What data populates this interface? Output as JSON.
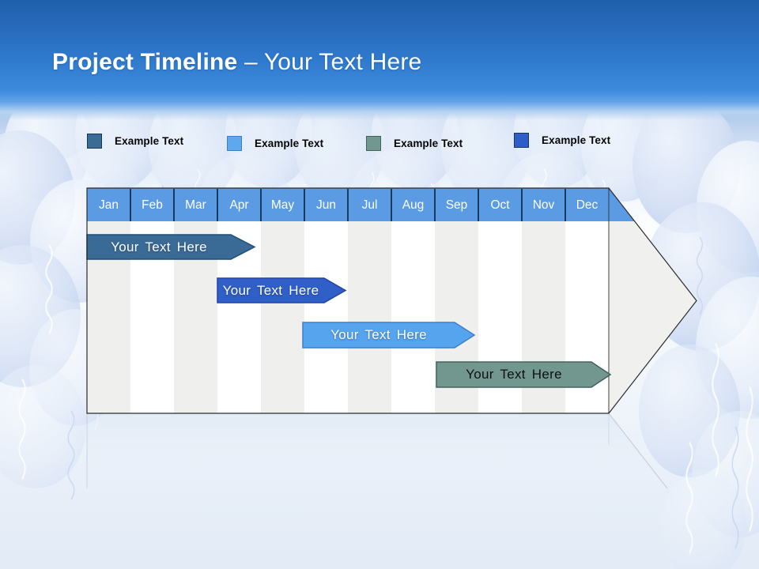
{
  "title": {
    "emphasis": "Project Timeline",
    "suffix": "– Your Text Here"
  },
  "legend": {
    "items": [
      {
        "label": "Example Text",
        "swatch_color": "#3A6C96",
        "swatch_border": "#17375E"
      },
      {
        "label": "Example Text",
        "swatch_color": "#5FA8EE",
        "swatch_border": "#3C7FC8"
      },
      {
        "label": "Example Text",
        "swatch_color": "#71978F",
        "swatch_border": "#44625C"
      },
      {
        "label": "Example Text",
        "swatch_color": "#2E5EC8",
        "swatch_border": "#17375E"
      }
    ]
  },
  "timeline": {
    "months": [
      "Jan",
      "Feb",
      "Mar",
      "Apr",
      "May",
      "Jun",
      "Jul",
      "Aug",
      "Sep",
      "Oct",
      "Nov",
      "Dec"
    ],
    "header_fill": "#5A9BE3",
    "header_separator": "#1B3A60",
    "bars": [
      {
        "label": "Your Text Here",
        "fill": "#3A6B96",
        "stroke": "#1F4E79",
        "text_color": "#FFFFFF"
      },
      {
        "label": "Your Text Here",
        "fill": "#2F5FC7",
        "stroke": "#2443A8",
        "text_color": "#FFFFFF"
      },
      {
        "label": "Your Text Here",
        "fill": "#57A4EE",
        "stroke": "#3C7FC8",
        "text_color": "#FFFFFF"
      },
      {
        "label": "Your Text Here",
        "fill": "#71978F",
        "stroke": "#44625C",
        "text_color": "#101010"
      }
    ]
  },
  "chart_data": {
    "type": "bar",
    "subtype": "gantt-timeline",
    "title": "Project Timeline – Your Text Here",
    "categories": [
      "Jan",
      "Feb",
      "Mar",
      "Apr",
      "May",
      "Jun",
      "Jul",
      "Aug",
      "Sep",
      "Oct",
      "Nov",
      "Dec"
    ],
    "x_axis": "months, Jan through Dec, one column each",
    "legend_position": "top",
    "legend_labels": [
      "Example Text",
      "Example Text",
      "Example Text",
      "Example Text"
    ],
    "series": [
      {
        "name": "Your Text Here",
        "row": 1,
        "start_month_index": 0.0,
        "end_month_index": 3.9,
        "start_month": "Jan",
        "end_month": "Apr",
        "color": "#3A6B96"
      },
      {
        "name": "Your Text Here",
        "row": 2,
        "start_month_index": 3.0,
        "end_month_index": 6.0,
        "start_month": "Apr",
        "end_month": "Jun",
        "color": "#2F5FC7"
      },
      {
        "name": "Your Text Here",
        "row": 3,
        "start_month_index": 5.0,
        "end_month_index": 8.9,
        "start_month": "Jun",
        "end_month": "Sep",
        "color": "#57A4EE"
      },
      {
        "name": "Your Text Here",
        "row": 4,
        "start_month_index": 8.0,
        "end_month_index": 12.0,
        "start_month": "Sep",
        "end_month": "Dec",
        "color": "#71978F"
      }
    ],
    "container_shape": "rectangle with right-pointing arrow head, tip at month 14 equivalent",
    "grid": "alternating gray/white month column stripes"
  }
}
